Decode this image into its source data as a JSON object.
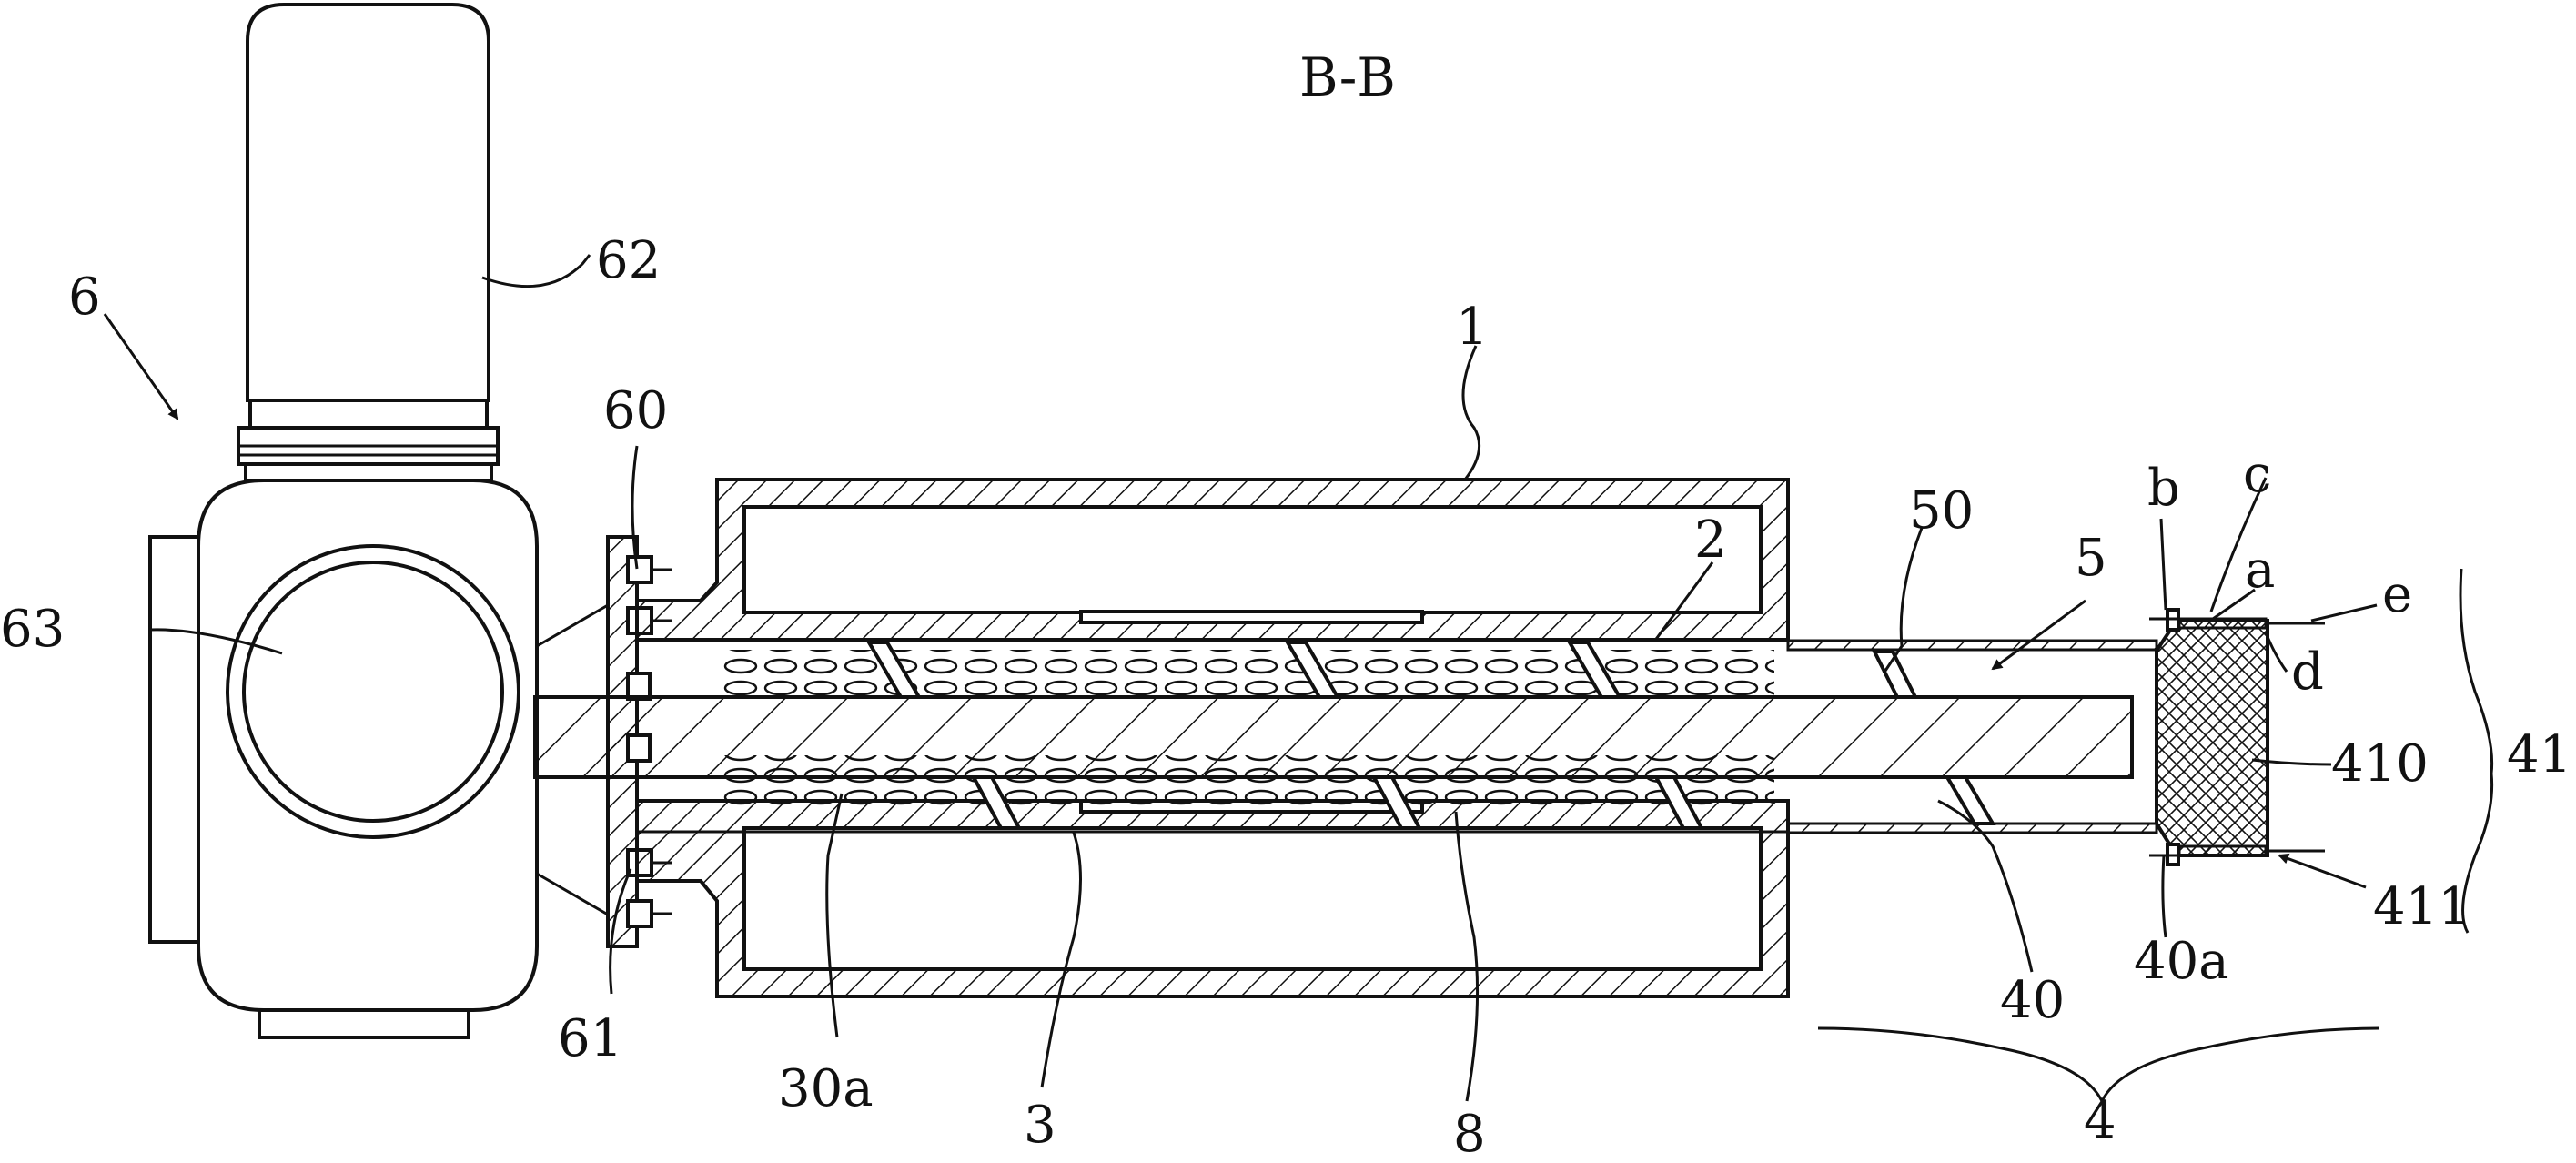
{
  "view_title": "B-B",
  "labels": {
    "l1": "1",
    "l2": "2",
    "l3": "3",
    "l4": "4",
    "l5": "5",
    "l6": "6",
    "l8": "8",
    "l30a": "30a",
    "l40": "40",
    "l40a": "40a",
    "l41": "41",
    "l50": "50",
    "l60": "60",
    "l61": "61",
    "l62": "62",
    "l63": "63",
    "l410": "410",
    "l411": "411",
    "la": "a",
    "lb": "b",
    "lc": "c",
    "ld": "d",
    "le": "e"
  }
}
